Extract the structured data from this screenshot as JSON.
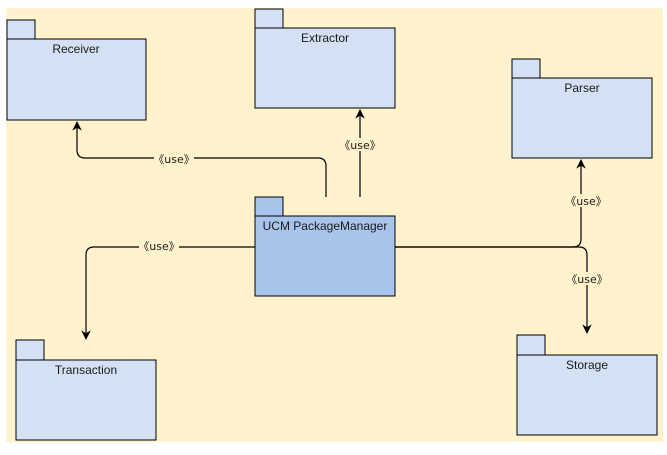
{
  "diagram": {
    "packages": {
      "receiver": "Receiver",
      "extractor": "Extractor",
      "parser": "Parser",
      "manager": "UCM PackageManager",
      "transaction": "Transaction",
      "storage": "Storage"
    },
    "edges": {
      "receiver": "《use》",
      "extractor": "《use》",
      "parser": "《use》",
      "transaction": "《use》",
      "storage": "《use》"
    },
    "colors": {
      "background": "#fff2cc",
      "package_fill": "#d4e1f5",
      "manager_fill": "#a9c4eb",
      "stroke": "#000000"
    }
  }
}
